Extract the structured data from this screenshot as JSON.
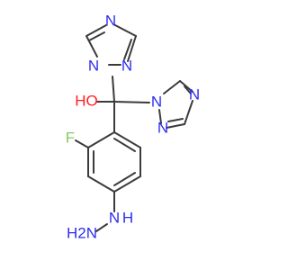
{
  "structure": {
    "atoms": {
      "triazole_top_n1": "N",
      "triazole_top_n2": "N",
      "triazole_top_n4": "N",
      "triazole_right_n1": "N",
      "triazole_right_n2": "N",
      "triazole_right_n4": "N",
      "hydroxyl": "HO",
      "fluorine": "F",
      "hydrazine_h2n": "H2N",
      "hydrazine_nh": "N",
      "hydrazine_h": "H"
    }
  }
}
